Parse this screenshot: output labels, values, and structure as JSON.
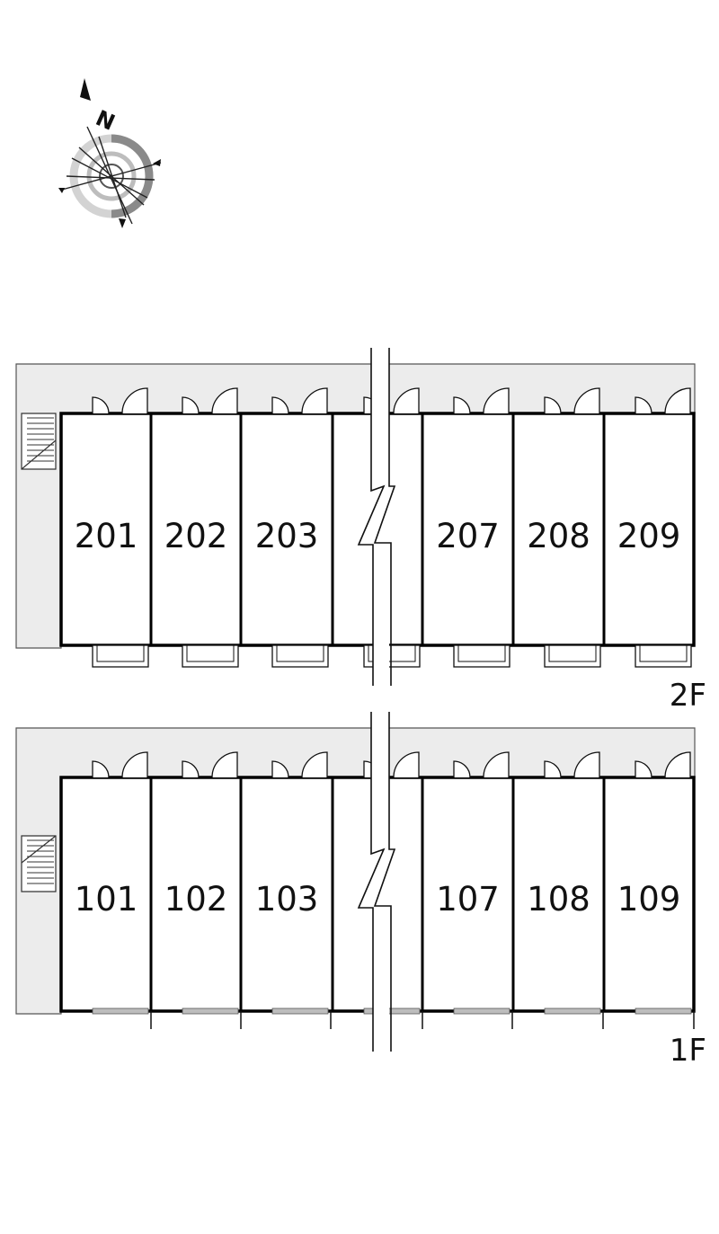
{
  "compass": {
    "north_letter": "N",
    "icon": "compass-rose-icon"
  },
  "floors": [
    {
      "label": "2F",
      "units": [
        {
          "number": "201"
        },
        {
          "number": "202"
        },
        {
          "number": "203"
        },
        {
          "number": "207"
        },
        {
          "number": "208"
        },
        {
          "number": "209"
        }
      ]
    },
    {
      "label": "1F",
      "units": [
        {
          "number": "101"
        },
        {
          "number": "102"
        },
        {
          "number": "103"
        },
        {
          "number": "107"
        },
        {
          "number": "108"
        },
        {
          "number": "109"
        }
      ]
    }
  ],
  "colors": {
    "corridor": "#ececec",
    "wall": "#000000",
    "outline": "#555555"
  }
}
